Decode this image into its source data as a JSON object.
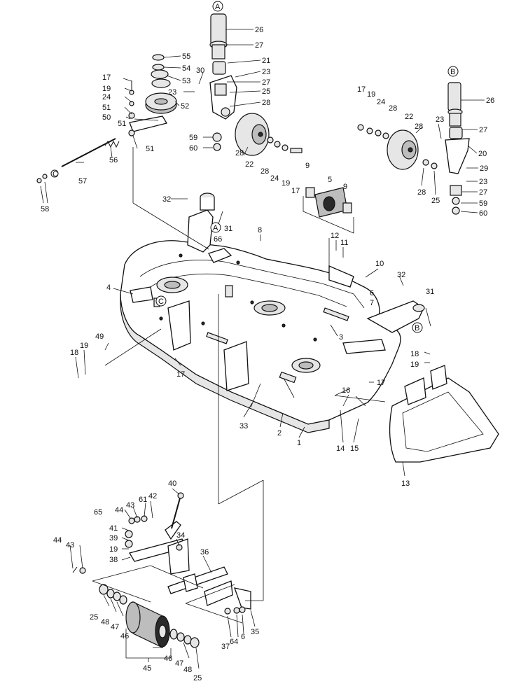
{
  "labels": [
    "26",
    "27",
    "21",
    "23",
    "27",
    "25",
    "28",
    "55",
    "54",
    "53",
    "30",
    "52",
    "17",
    "19",
    "24",
    "51",
    "50",
    "51",
    "23",
    "51",
    "59",
    "60",
    "28",
    "22",
    "28",
    "24",
    "19",
    "17",
    "57",
    "56",
    "58",
    "17",
    "19",
    "24",
    "28",
    "22",
    "28",
    "23",
    "26",
    "27",
    "20",
    "29",
    "23",
    "27",
    "59",
    "60",
    "28",
    "25",
    "9",
    "5",
    "9",
    "32",
    "31",
    "8",
    "66",
    "12",
    "11",
    "10",
    "32",
    "6",
    "7",
    "31",
    "4",
    "3",
    "49",
    "18",
    "19",
    "17",
    "18",
    "19",
    "17",
    "16",
    "33",
    "2",
    "1",
    "14",
    "15",
    "13",
    "40",
    "65",
    "44",
    "43",
    "61",
    "42",
    "41",
    "39",
    "34",
    "19",
    "38",
    "44",
    "43",
    "36",
    "25",
    "48",
    "47",
    "46",
    "45",
    "46",
    "47",
    "48",
    "25",
    "37",
    "64",
    "6",
    "35"
  ],
  "refs": {
    "A": "A",
    "B": "B",
    "C": "C"
  }
}
